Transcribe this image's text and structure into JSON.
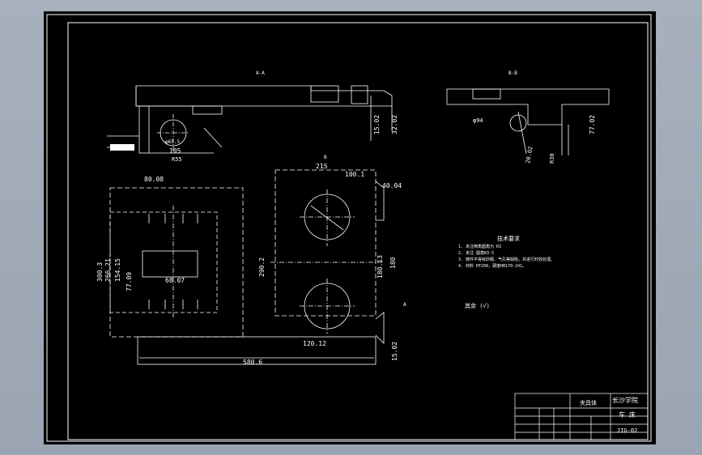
{
  "drawing": {
    "section_aa_label": "A-A",
    "section_bb_label": "B-B",
    "view_marker_b": "B",
    "view_marker_a": "A",
    "aa_dim_105": "105",
    "aa_dim_rect": "R55",
    "aa_dim_diam": "φ65.5",
    "aa_dim_vert1": "15.02",
    "aa_dim_vert2": "32.02",
    "bb_dim_diam": "φ94",
    "bb_dim_angle": "20.02",
    "bb_dim_r30": "R30",
    "bb_dim_vert": "77.02",
    "plan_dim_215": "215",
    "plan_dim_100_1": "100.1",
    "plan_dim_40_04": "40.04",
    "plan_dim_80_08": "80.08",
    "plan_dim_300_3": "300.3",
    "plan_dim_266_21": "266.21",
    "plan_dim_154_15": "154.15",
    "plan_dim_77_09": "77.09",
    "plan_dim_68_07": "68.07",
    "plan_dim_290_2": "290.2",
    "plan_dim_180_13": "180.13",
    "plan_dim_180": "180",
    "plan_dim_120_12": "120.12",
    "plan_dim_15_02": "15.02",
    "plan_dim_580_6": "580.6"
  },
  "tech_req": {
    "title": "技术要求",
    "items": [
      "1. 未注倒角圆角为 R3",
      "2. 未注 圆角R3-5",
      "3. 铸件不得有砂眼、气孔等缺陷，并进行时效处理。",
      "4. 材料 HT200，硬度HB170-241。"
    ],
    "roughness": "其余 (√)"
  },
  "title_block": {
    "part_name": "夹具体",
    "school": "长沙学院",
    "company": "车 床",
    "drawing_no": "JIG-02"
  }
}
